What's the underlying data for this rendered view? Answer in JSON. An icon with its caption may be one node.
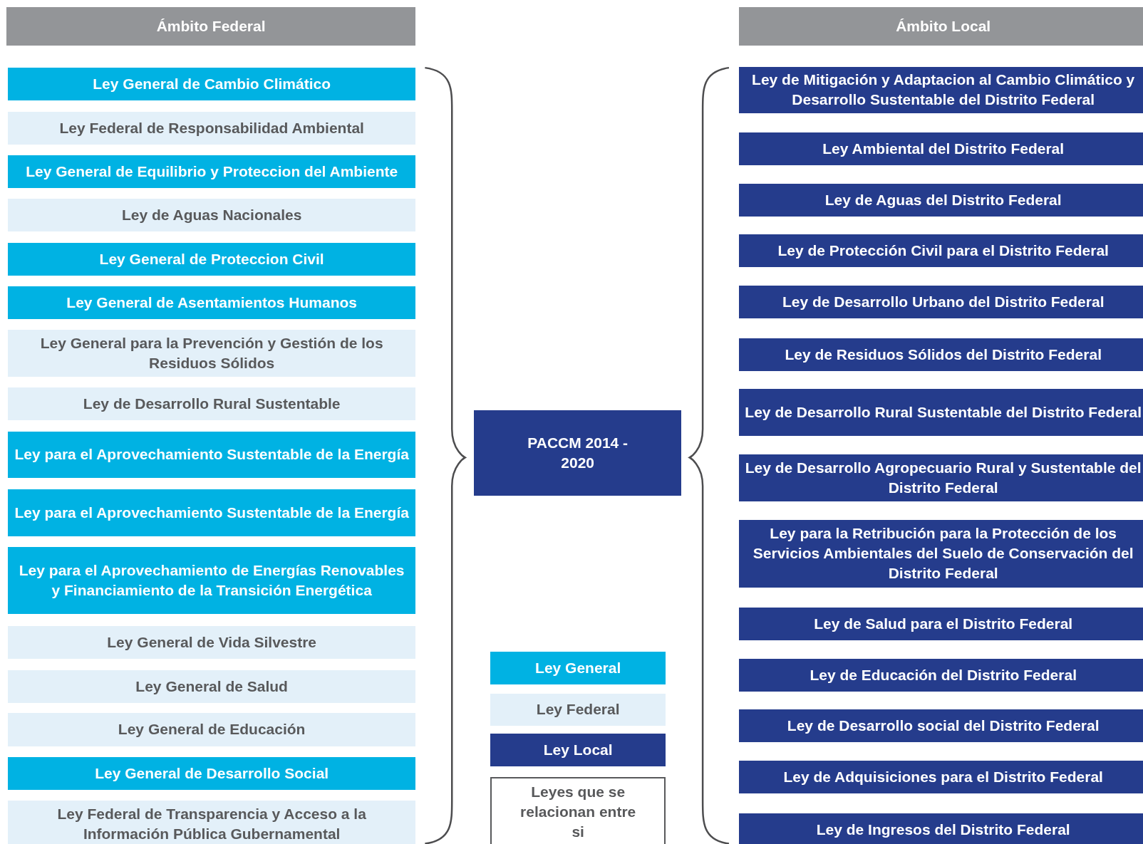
{
  "diagram": {
    "nodes": [
      {
        "text": [
          "Ámbito Federal"
        ]
      },
      {
        "text": [
          "Ámbito Local"
        ]
      },
      {
        "text": [
          "Ley General de Cambio Climático"
        ]
      },
      {
        "text": [
          "Ley Federal de Responsabilidad Ambiental"
        ]
      },
      {
        "text": [
          "Ley General de Equilibrio y Proteccion del Ambiente"
        ]
      },
      {
        "text": [
          "Ley de Aguas Nacionales"
        ]
      },
      {
        "text": [
          "Ley General de Proteccion Civil"
        ]
      },
      {
        "text": [
          "Ley General de Asentamientos Humanos"
        ]
      },
      {
        "text": [
          "Ley General para la Prevención y Gestión de los Residuos Sólidos"
        ]
      },
      {
        "text": [
          "Ley de Desarrollo Rural Sustentable"
        ]
      },
      {
        "text": [
          "Ley para el Aprovechamiento Sustentable de la Energía"
        ]
      },
      {
        "text": [
          "Ley para el Aprovechamiento Sustentable de la Energía"
        ]
      },
      {
        "text": [
          "Ley para el Aprovechamiento de Energías Renovables y Financiamiento de la Transición Energética"
        ]
      },
      {
        "text": [
          "Ley General de Vida Silvestre"
        ]
      },
      {
        "text": [
          "Ley General de Salud"
        ]
      },
      {
        "text": [
          "Ley General de Educación"
        ]
      },
      {
        "text": [
          "Ley General de Desarrollo Social"
        ]
      },
      {
        "text": [
          "Ley Federal de Transparencia y Acceso a la Información Pública Gubernamental"
        ]
      },
      {
        "text": [
          "PACCM 2014 - 2020"
        ]
      },
      {
        "text": [
          "Ley de Mitigación y Adaptacion al Cambio Climático y Desarrollo Sustentable del Distrito Federal"
        ]
      },
      {
        "text": [
          "Ley Ambiental del Distrito Federal"
        ]
      },
      {
        "text": [
          "Ley de Aguas del Distrito Federal"
        ]
      },
      {
        "text": [
          "Ley de Protección Civil para el Distrito Federal"
        ]
      },
      {
        "text": [
          "Ley de Desarrollo Urbano del Distrito Federal"
        ]
      },
      {
        "text": [
          "Ley de Residuos Sólidos del Distrito Federal"
        ]
      },
      {
        "text": [
          "Ley de Desarrollo Rural Sustentable del Distrito Federal"
        ]
      },
      {
        "text": [
          "Ley de Desarrollo Agropecuario Rural y Sustentable del Distrito Federal"
        ]
      },
      {
        "text": [
          "Ley para la Retribución para la Protección de los Servicios Ambientales del Suelo de Conservación del Distrito Federal"
        ]
      },
      {
        "text": [
          "Ley de Salud para el Distrito Federal"
        ]
      },
      {
        "text": [
          "Ley de Educación del Distrito Federal"
        ]
      },
      {
        "text": [
          "Ley de Desarrollo social del Distrito Federal"
        ]
      },
      {
        "text": [
          "Ley de Adquisiciones para el Distrito Federal"
        ]
      },
      {
        "text": [
          "Ley de Ingresos del Distrito Federal"
        ]
      },
      {
        "text": [
          "Leyes que se relacionan entre si"
        ]
      }
    ],
    "legend": [
      {
        "text": "Ley General",
        "color": "#00b2e3"
      },
      {
        "text": "Ley Federal",
        "color": "#e3f0f9"
      },
      {
        "text": "Ley Local",
        "color": "#253c8c"
      }
    ]
  }
}
